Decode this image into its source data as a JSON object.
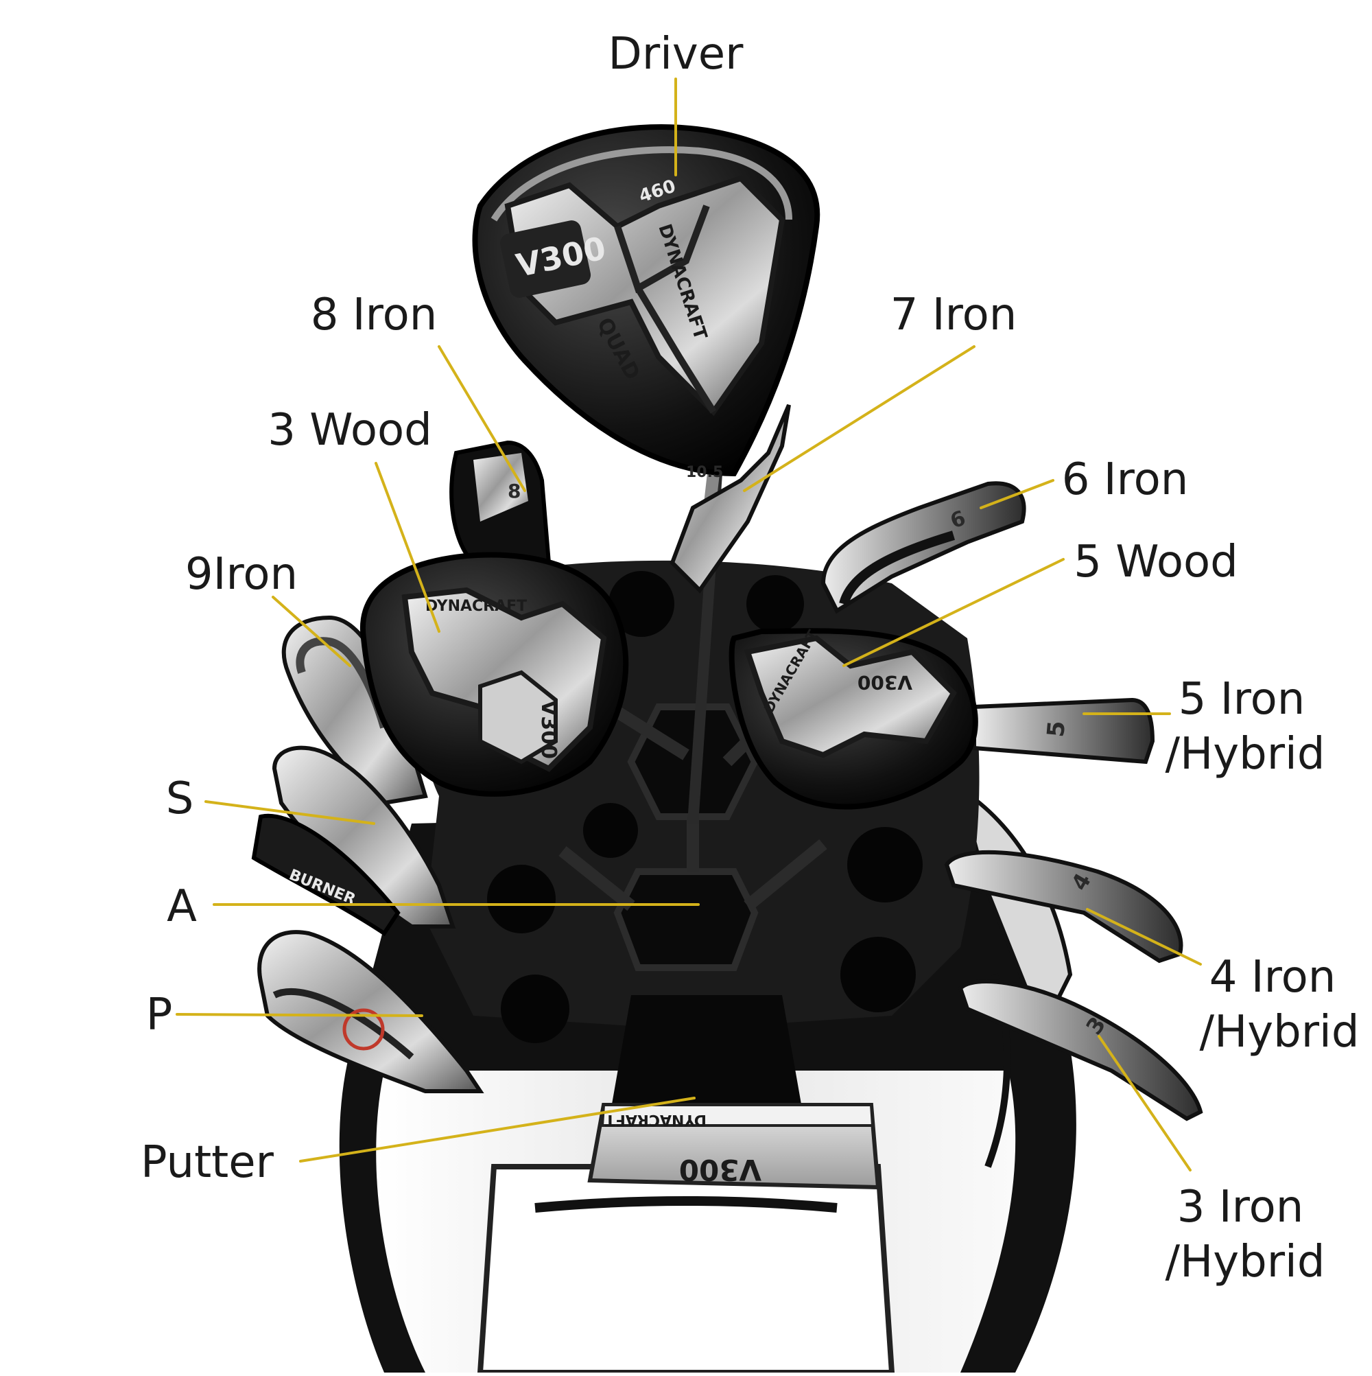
{
  "colors": {
    "leader": "#d4b21a",
    "label": "#1a1a1a",
    "bag_dark": "#161616",
    "bag_light": "#f4f4f4",
    "chrome": "#bdbdbd",
    "accent_red": "#c0392b"
  },
  "labels": {
    "driver": "Driver",
    "iron8": "8 Iron",
    "iron7": "7 Iron",
    "wood3": "3 Wood",
    "iron6": "6 Iron",
    "wood5": "5 Wood",
    "iron9": "9Iron",
    "iron5_l1": "5 Iron",
    "iron5_l2": "/Hybrid",
    "s": "S",
    "a": "A",
    "p": "P",
    "iron4_l1": "4 Iron",
    "iron4_l2": "/Hybrid",
    "putter": "Putter",
    "iron3_l1": "3 Iron",
    "iron3_l2": "/Hybrid"
  },
  "club_marks": {
    "brand": "DYNACRAFT",
    "model": "V300",
    "driver_series": "QUAD",
    "driver_volume": "460",
    "driver_loft": "10.5",
    "iron_numbers": [
      "8",
      "6",
      "5",
      "4",
      "3"
    ],
    "wedge_brand": "BURNER"
  }
}
